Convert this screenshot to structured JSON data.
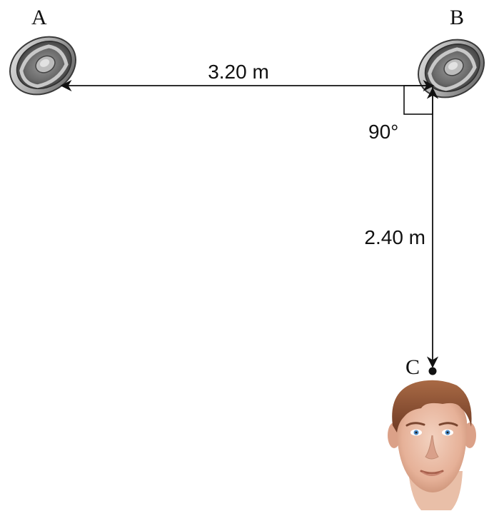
{
  "points": {
    "a": "A",
    "b": "B",
    "c": "C"
  },
  "dimensions": {
    "ab_distance": "3.20 m",
    "bc_distance": "2.40 m",
    "angle": "90°"
  },
  "icons": {
    "speaker_a": "speaker-icon",
    "speaker_b": "speaker-icon",
    "listener": "listener-face-icon"
  },
  "colors": {
    "line": "#111111",
    "speaker_dark": "#4a4a4a",
    "speaker_mid": "#8c8c8c",
    "speaker_light": "#d6d6d6",
    "skin": "#e8b49a",
    "hair": "#8a4e33",
    "eyes": "#4f8ec9"
  }
}
